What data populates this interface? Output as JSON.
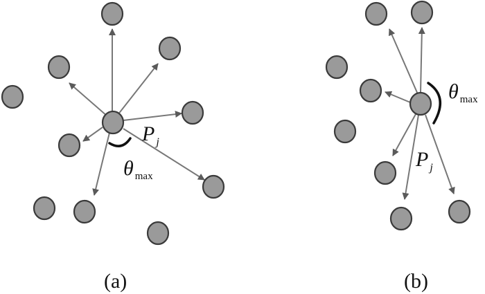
{
  "panels": [
    {
      "label": "(a)",
      "angle_symbol": "θ",
      "angle_subscript": "max",
      "vector_symbol": "P",
      "vector_subscript": "j"
    },
    {
      "label": "(b)",
      "angle_symbol": "θ",
      "angle_subscript": "max",
      "vector_symbol": "P",
      "vector_subscript": "j"
    }
  ],
  "colors": {
    "node_fill": "#9a9a9a",
    "node_stroke": "#3a3a3a",
    "arrow": "#777777",
    "arc": "#111111"
  }
}
